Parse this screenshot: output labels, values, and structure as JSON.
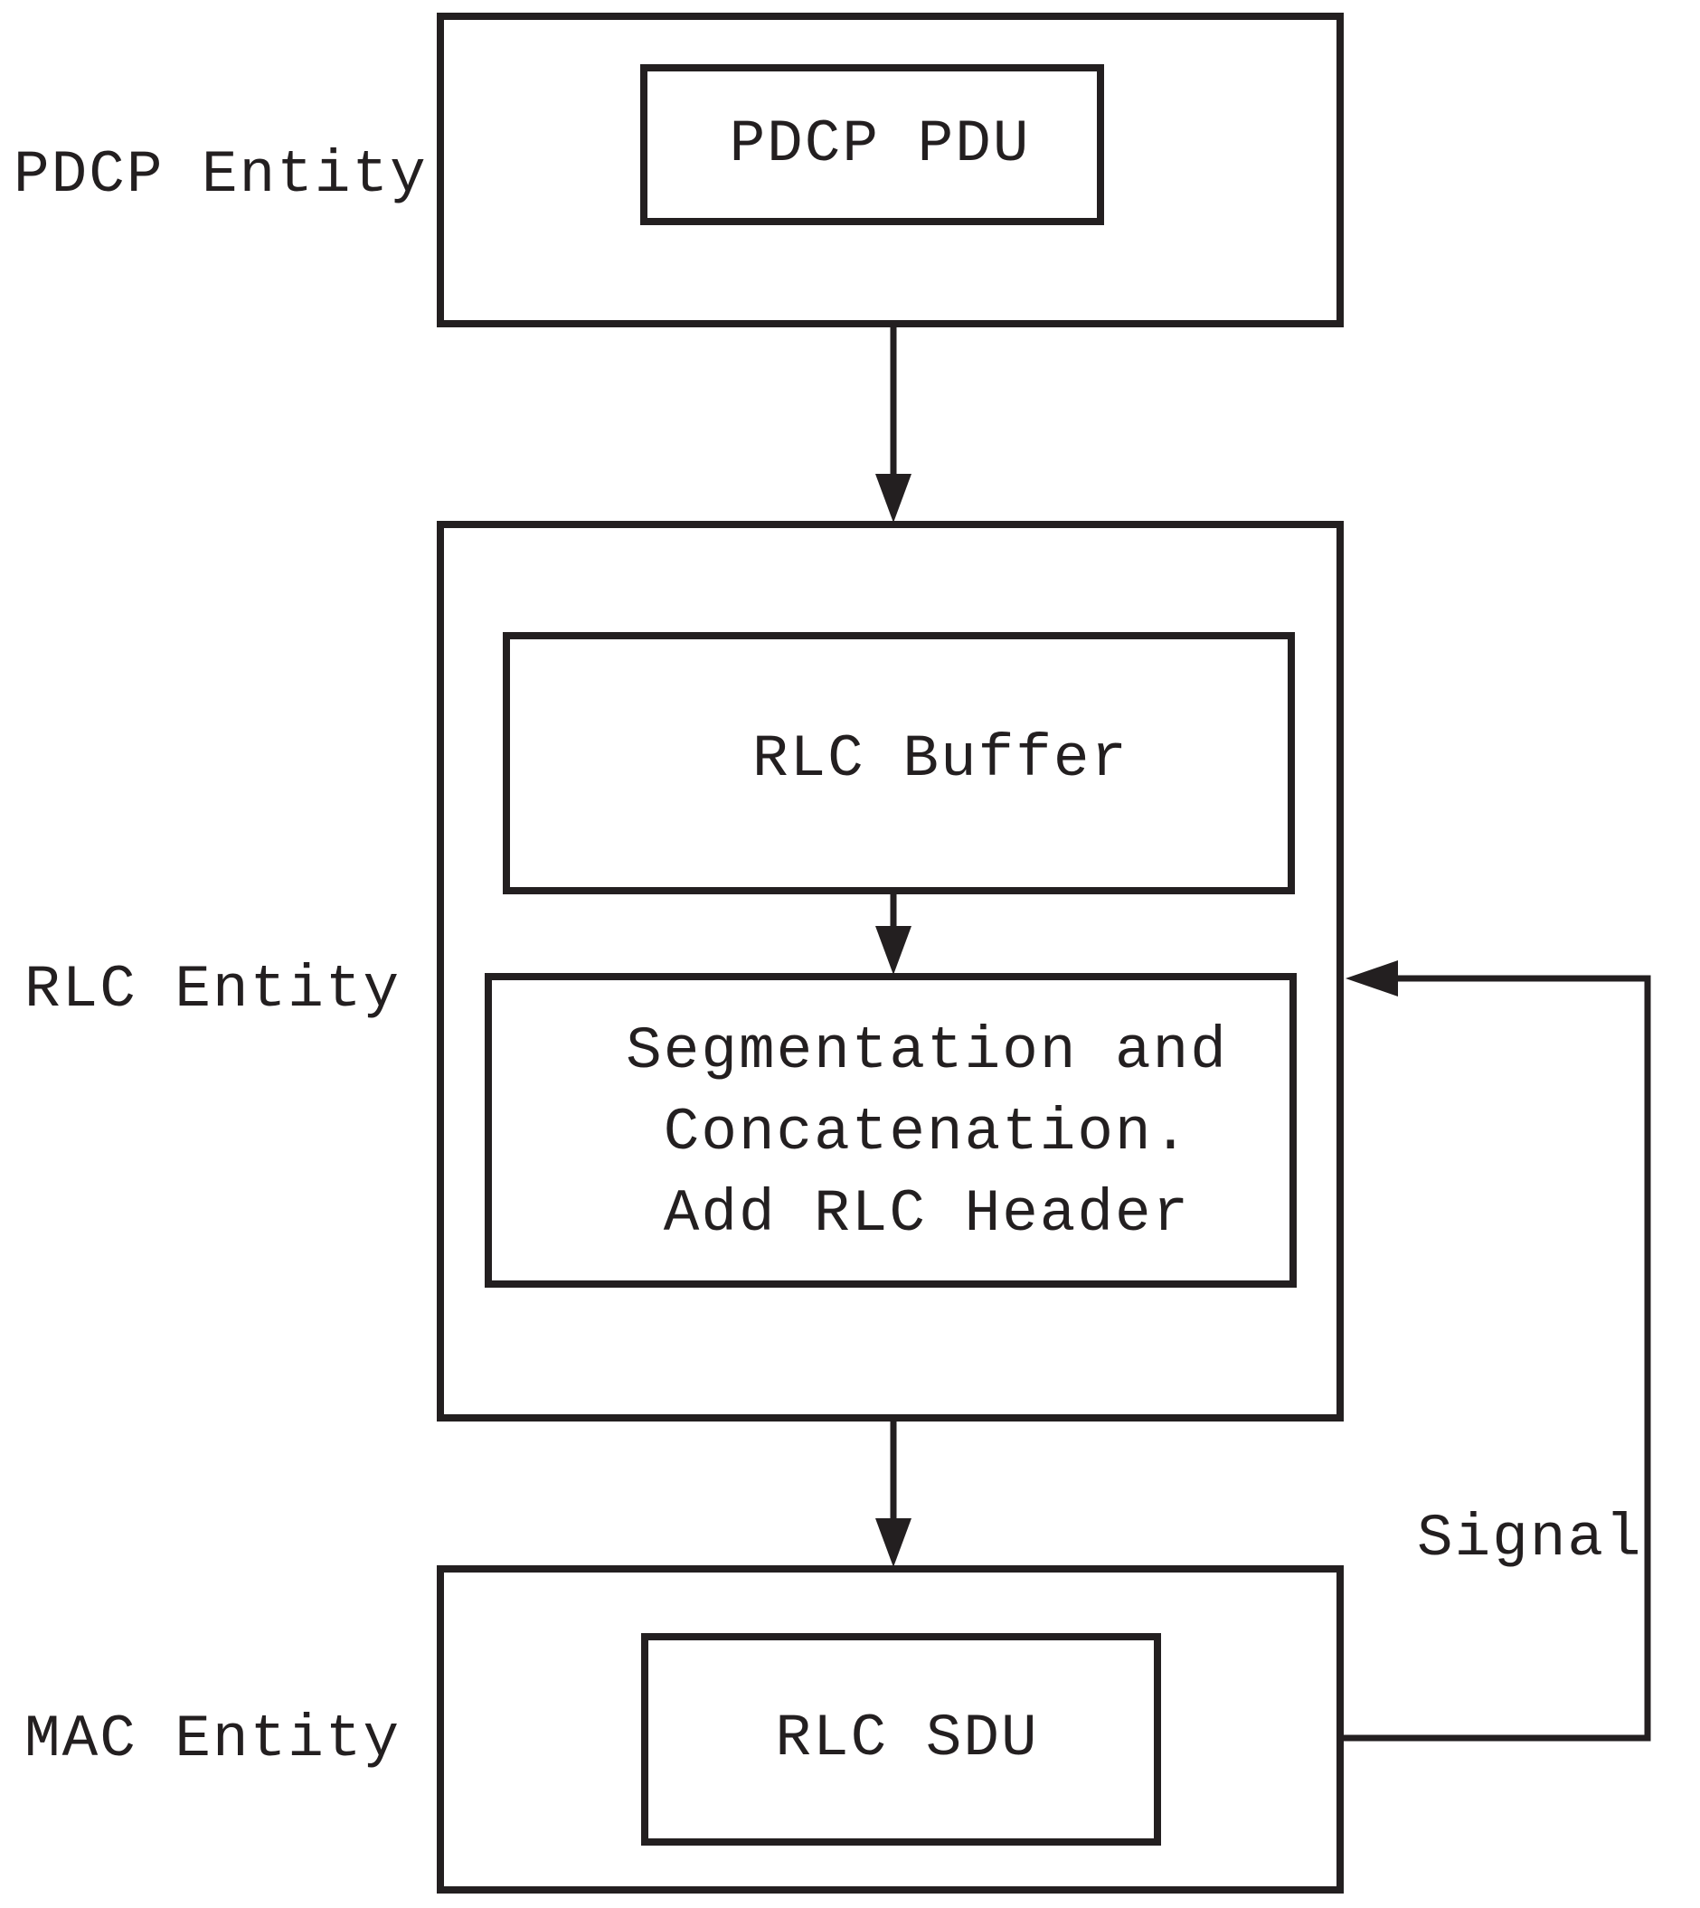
{
  "colors": {
    "ink": "#231f20",
    "background": "#ffffff"
  },
  "entities": {
    "pdcp": {
      "label": "PDCP Entity",
      "pdu_box": "PDCP PDU"
    },
    "rlc": {
      "label": "RLC Entity",
      "buffer_box": "RLC Buffer",
      "segmentation_box_lines": [
        "Segmentation and",
        "Concatenation.",
        "Add RLC Header"
      ]
    },
    "mac": {
      "label": "MAC Entity",
      "sdu_box": "RLC SDU"
    }
  },
  "connections": {
    "signal_label": "Signal"
  }
}
